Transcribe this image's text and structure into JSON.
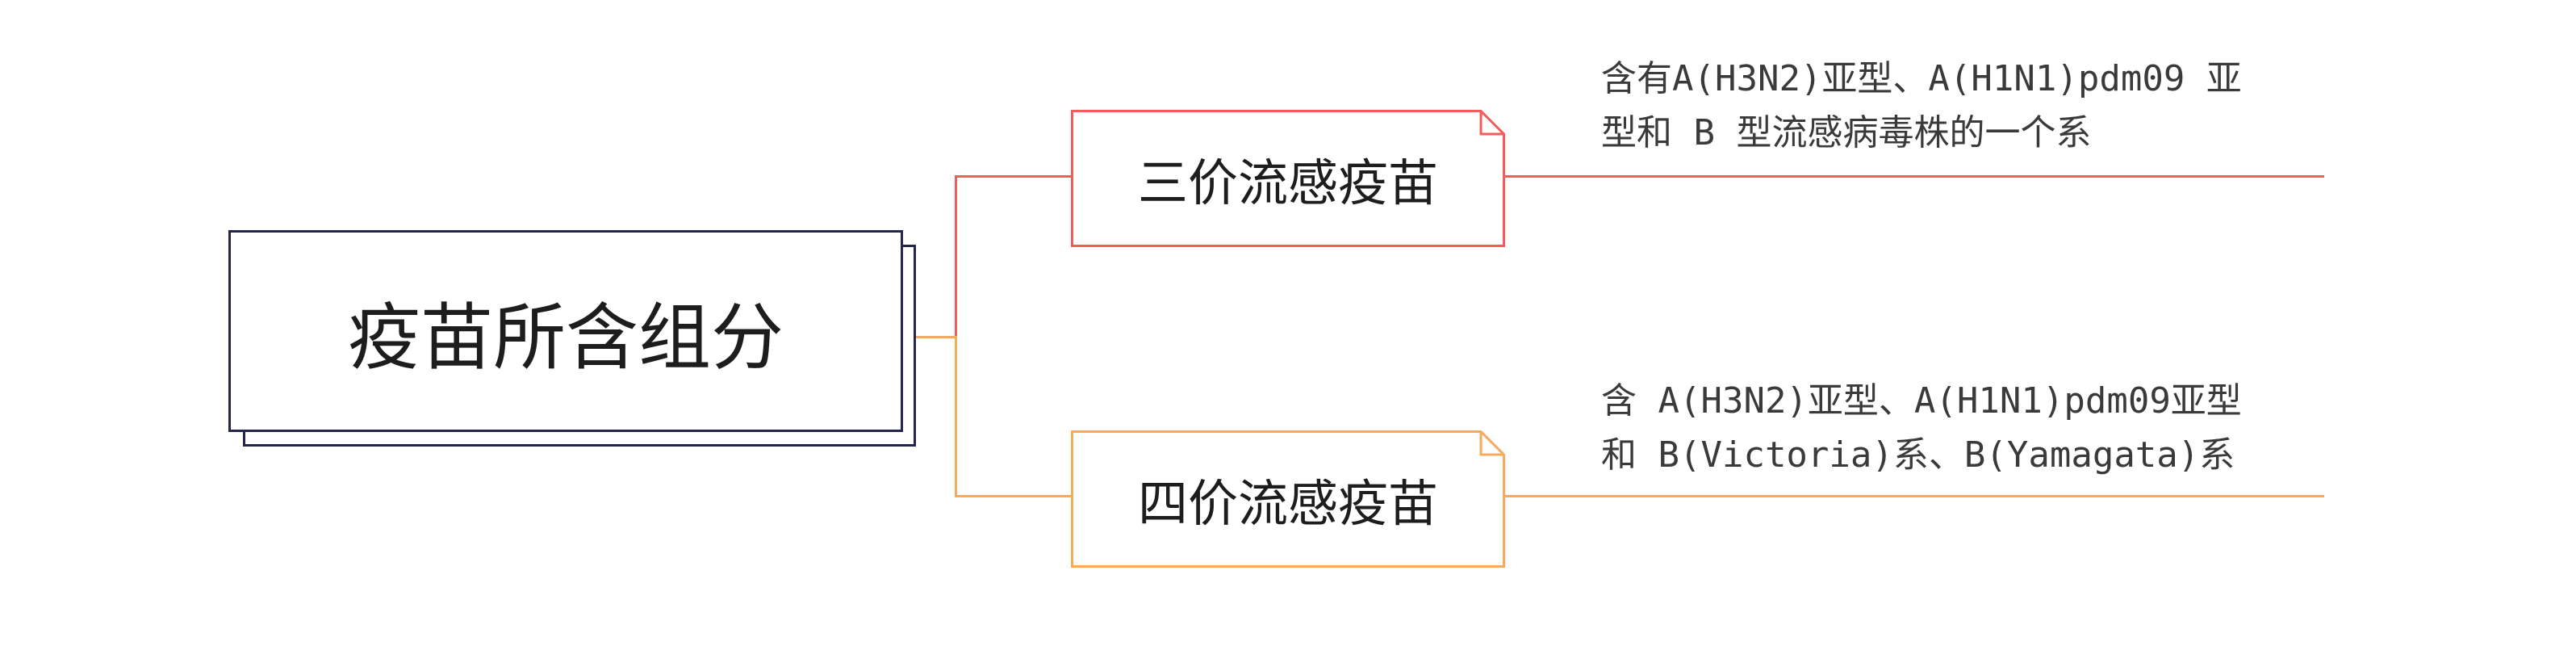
{
  "root": {
    "label": "疫苗所含组分"
  },
  "branches": [
    {
      "label": "三价流感疫苗",
      "note_lines": [
        "含有A(H3N2)亚型、A(H1N1)pdm09 亚",
        "型和 B 型流感病毒株的一个系"
      ],
      "color": "#f45b5b"
    },
    {
      "label": "四价流感疫苗",
      "note_lines": [
        "含 A(H3N2)亚型、A(H1N1)pdm09亚型",
        "和 B(Victoria)系、B(Yamagata)系"
      ],
      "color": "#f7aa5c"
    }
  ]
}
